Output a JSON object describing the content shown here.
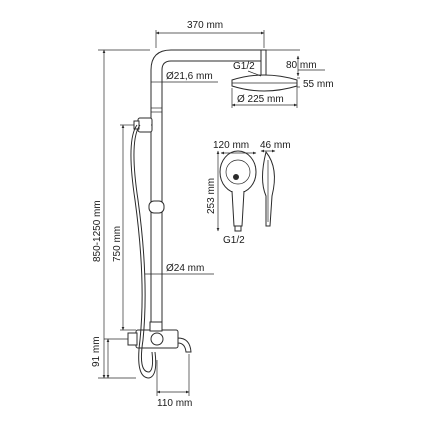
{
  "dimensions": {
    "arm_length": "370 mm",
    "head_connection": "G1/2",
    "head_height": "80 mm",
    "head_offset": "55 mm",
    "pipe_diameter_upper": "Ø21,6 mm",
    "head_diameter": "Ø 225 mm",
    "total_height": "850-1250 mm",
    "holder_height": "750 mm",
    "pipe_diameter_lower": "Ø24 mm",
    "mixer_height": "91 mm",
    "spout_length": "110 mm"
  },
  "hand_shower": {
    "width": "120 mm",
    "depth": "46 mm",
    "length": "253 mm",
    "connection": "G1/2"
  },
  "colors": {
    "line": "#2b2b2b",
    "background": "#ffffff"
  }
}
